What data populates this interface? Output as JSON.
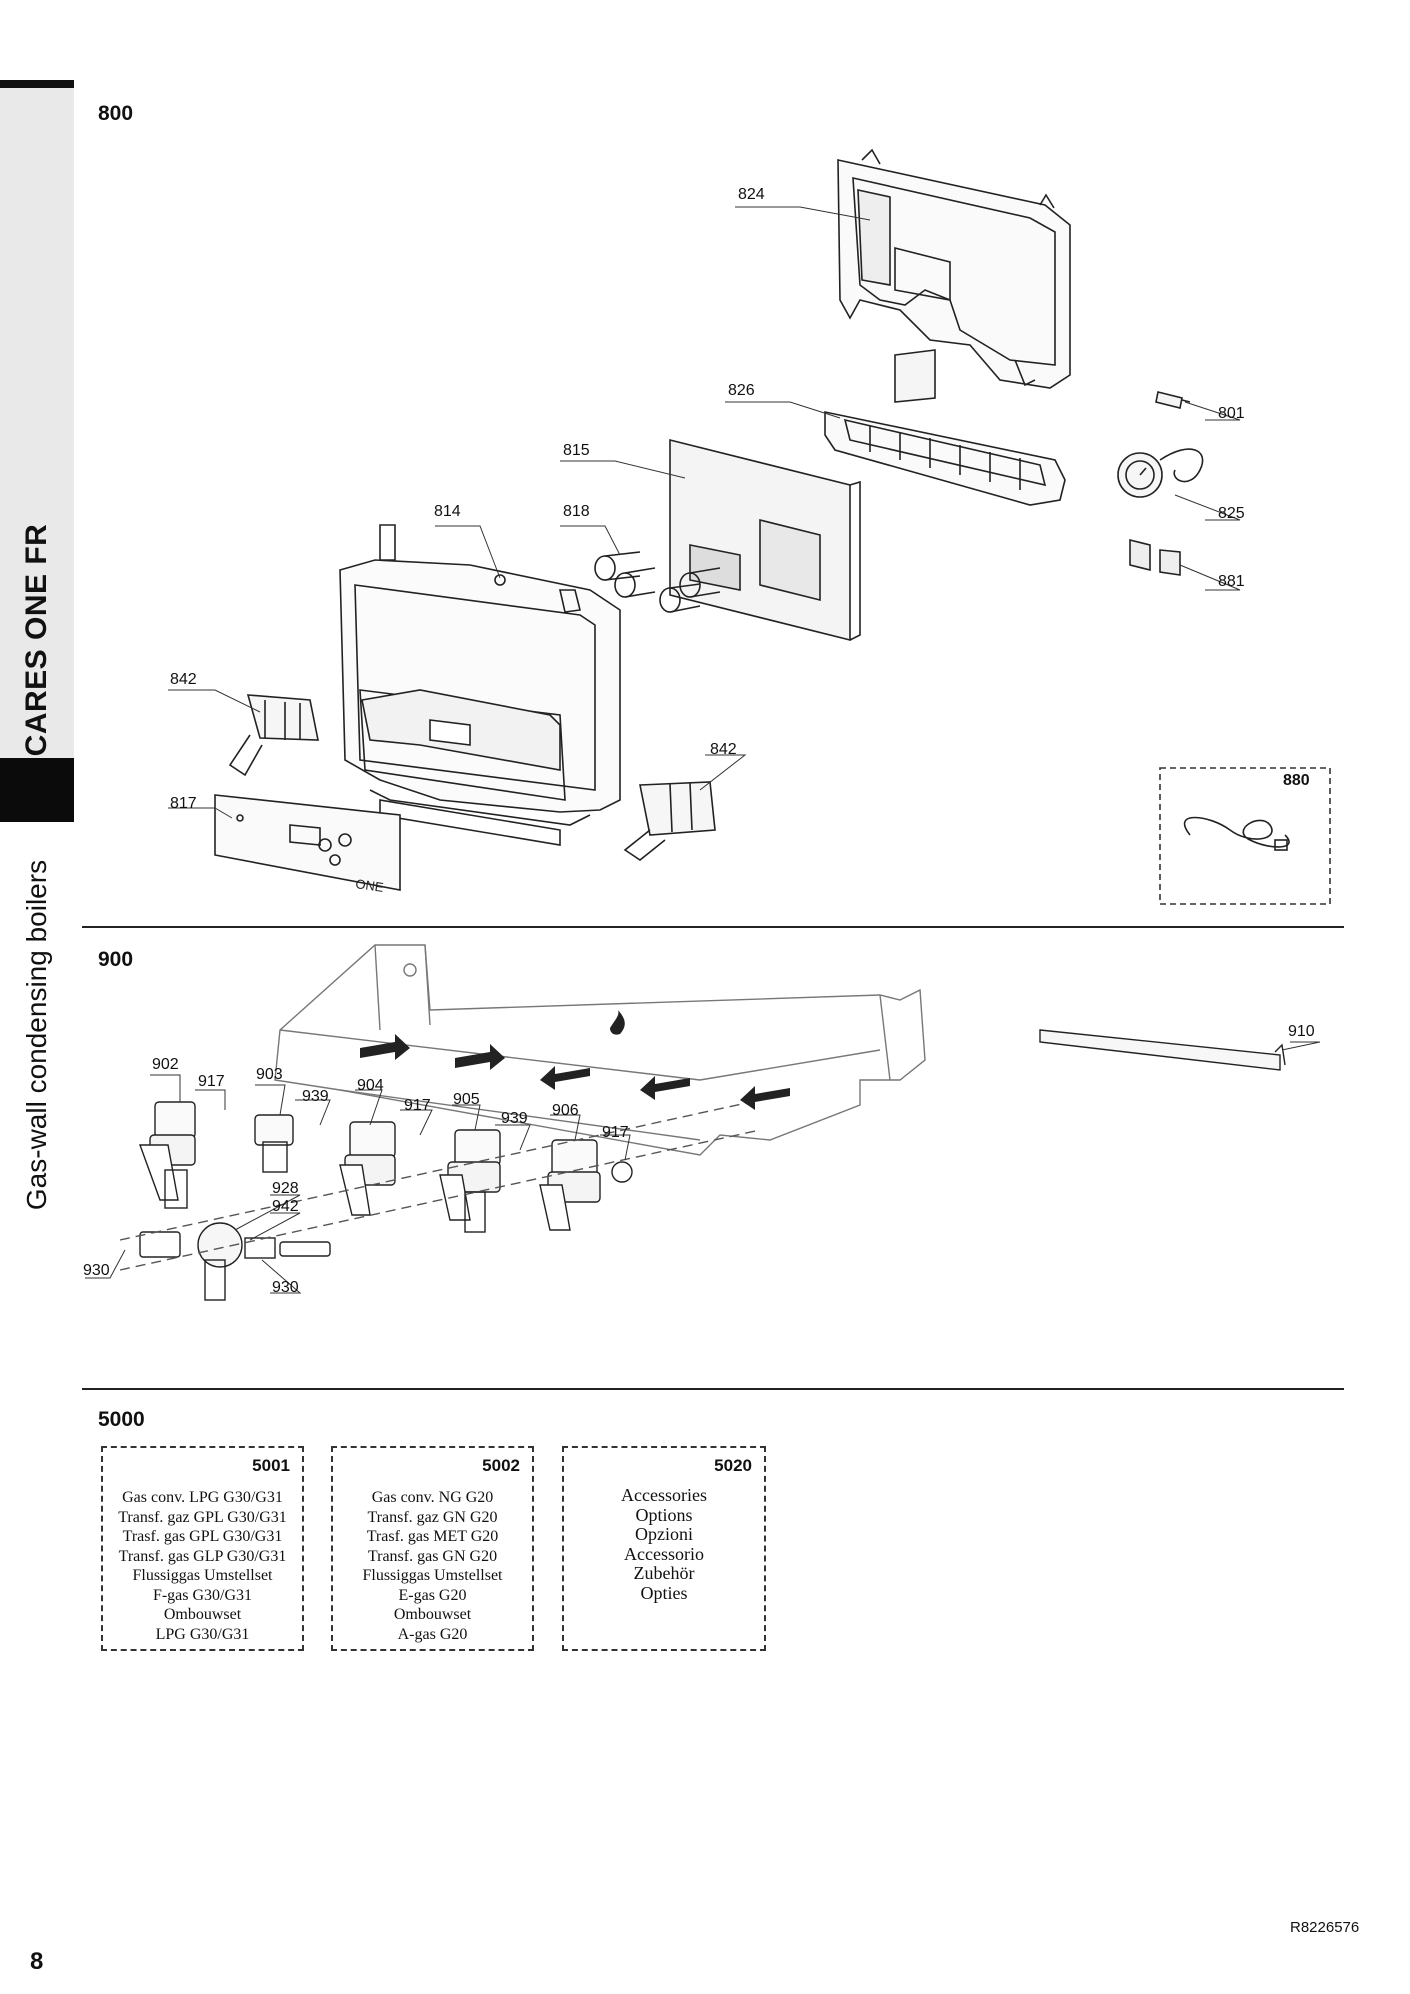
{
  "sidebar": {
    "brand": "CARES ONE FR",
    "category": "Gas-wall condensing boilers"
  },
  "section_800": {
    "title": "800",
    "callouts": {
      "c824": "824",
      "c826": "826",
      "c815": "815",
      "c814": "814",
      "c818": "818",
      "c842a": "842",
      "c842b": "842",
      "c817": "817",
      "c801": "801",
      "c825": "825",
      "c881": "881"
    },
    "accessory_box_label": "880",
    "panel_text": {
      "logo": "ONE"
    }
  },
  "section_900": {
    "title": "900",
    "callouts": {
      "c910": "910",
      "c902": "902",
      "c917a": "917",
      "c903": "903",
      "c939a": "939",
      "c904": "904",
      "c917b": "917",
      "c905": "905",
      "c939b": "939",
      "c906": "906",
      "c917c": "917",
      "c928": "928",
      "c942": "942",
      "c930a": "930",
      "c930b": "930"
    }
  },
  "section_5000": {
    "title": "5000",
    "kits": [
      {
        "code": "5001",
        "lines": [
          "Gas conv. LPG G30/G31",
          "Transf. gaz GPL G30/G31",
          "Trasf. gas GPL G30/G31",
          "Transf. gas GLP G30/G31",
          "Flussiggas Umstellset",
          "F-gas G30/G31",
          "Ombouwset",
          "LPG G30/G31"
        ]
      },
      {
        "code": "5002",
        "lines": [
          "Gas conv. NG G20",
          "Transf. gaz GN G20",
          "Trasf. gas MET G20",
          "Transf. gas GN G20",
          "Flussiggas Umstellset",
          "E-gas G20",
          "Ombouwset",
          "A-gas G20"
        ]
      },
      {
        "code": "5020",
        "lines": [
          "Accessories",
          "Options",
          "Opzioni",
          "Accessorio",
          "Zubehör",
          "Opties"
        ]
      }
    ]
  },
  "footer": {
    "page_number": "8",
    "doc_ref": "R8226576"
  }
}
